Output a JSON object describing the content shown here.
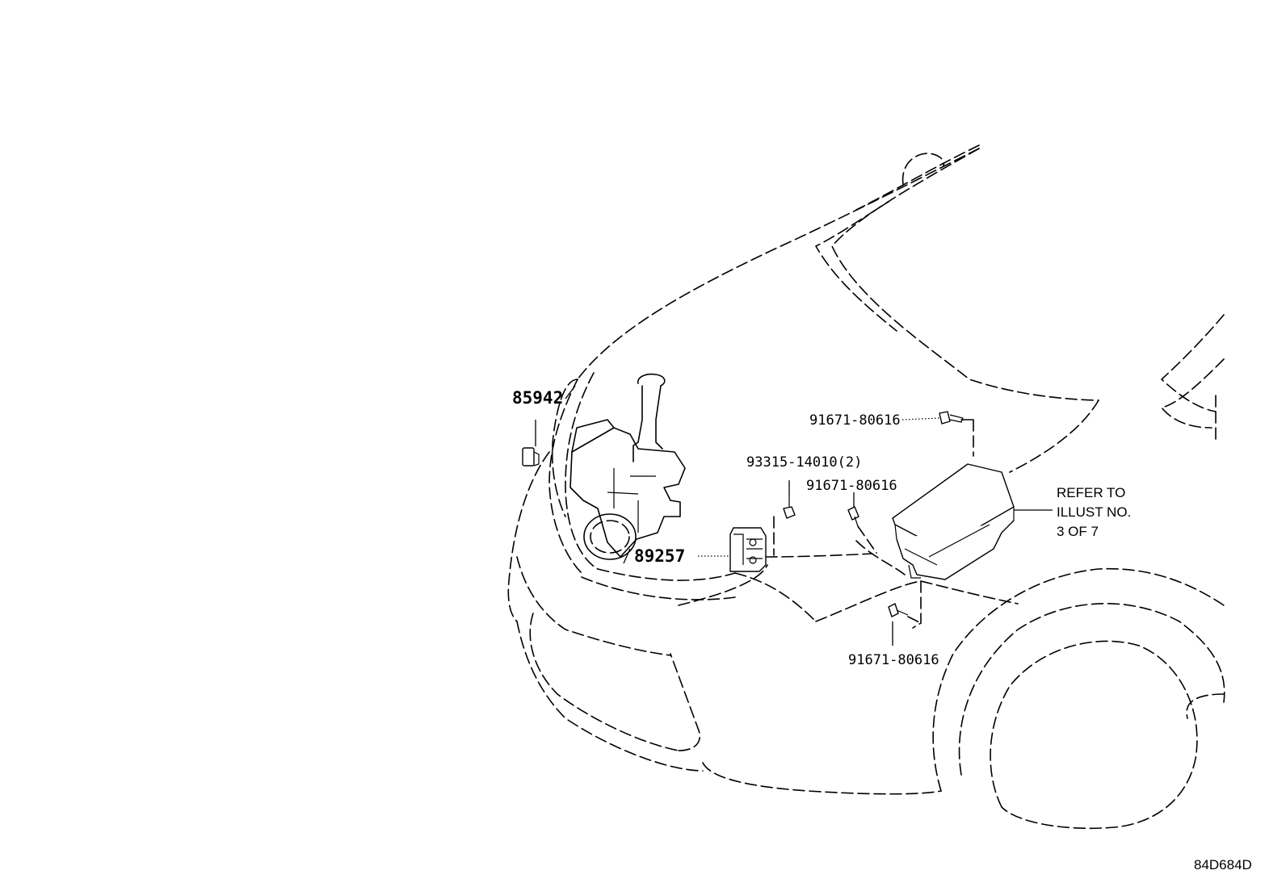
{
  "parts": {
    "washer_jar_part": "85942",
    "control_module_part": "89257",
    "clip_part": "93315-14010",
    "clip_qty": "(2)",
    "bolt_upper": "91671-80616",
    "bolt_middle": "91671-80616",
    "bolt_lower": "91671-80616"
  },
  "reference_note": {
    "line1": "REFER TO",
    "line2": "ILLUST NO.",
    "line3": "3 OF 7"
  },
  "illustration_code": "84D684D"
}
